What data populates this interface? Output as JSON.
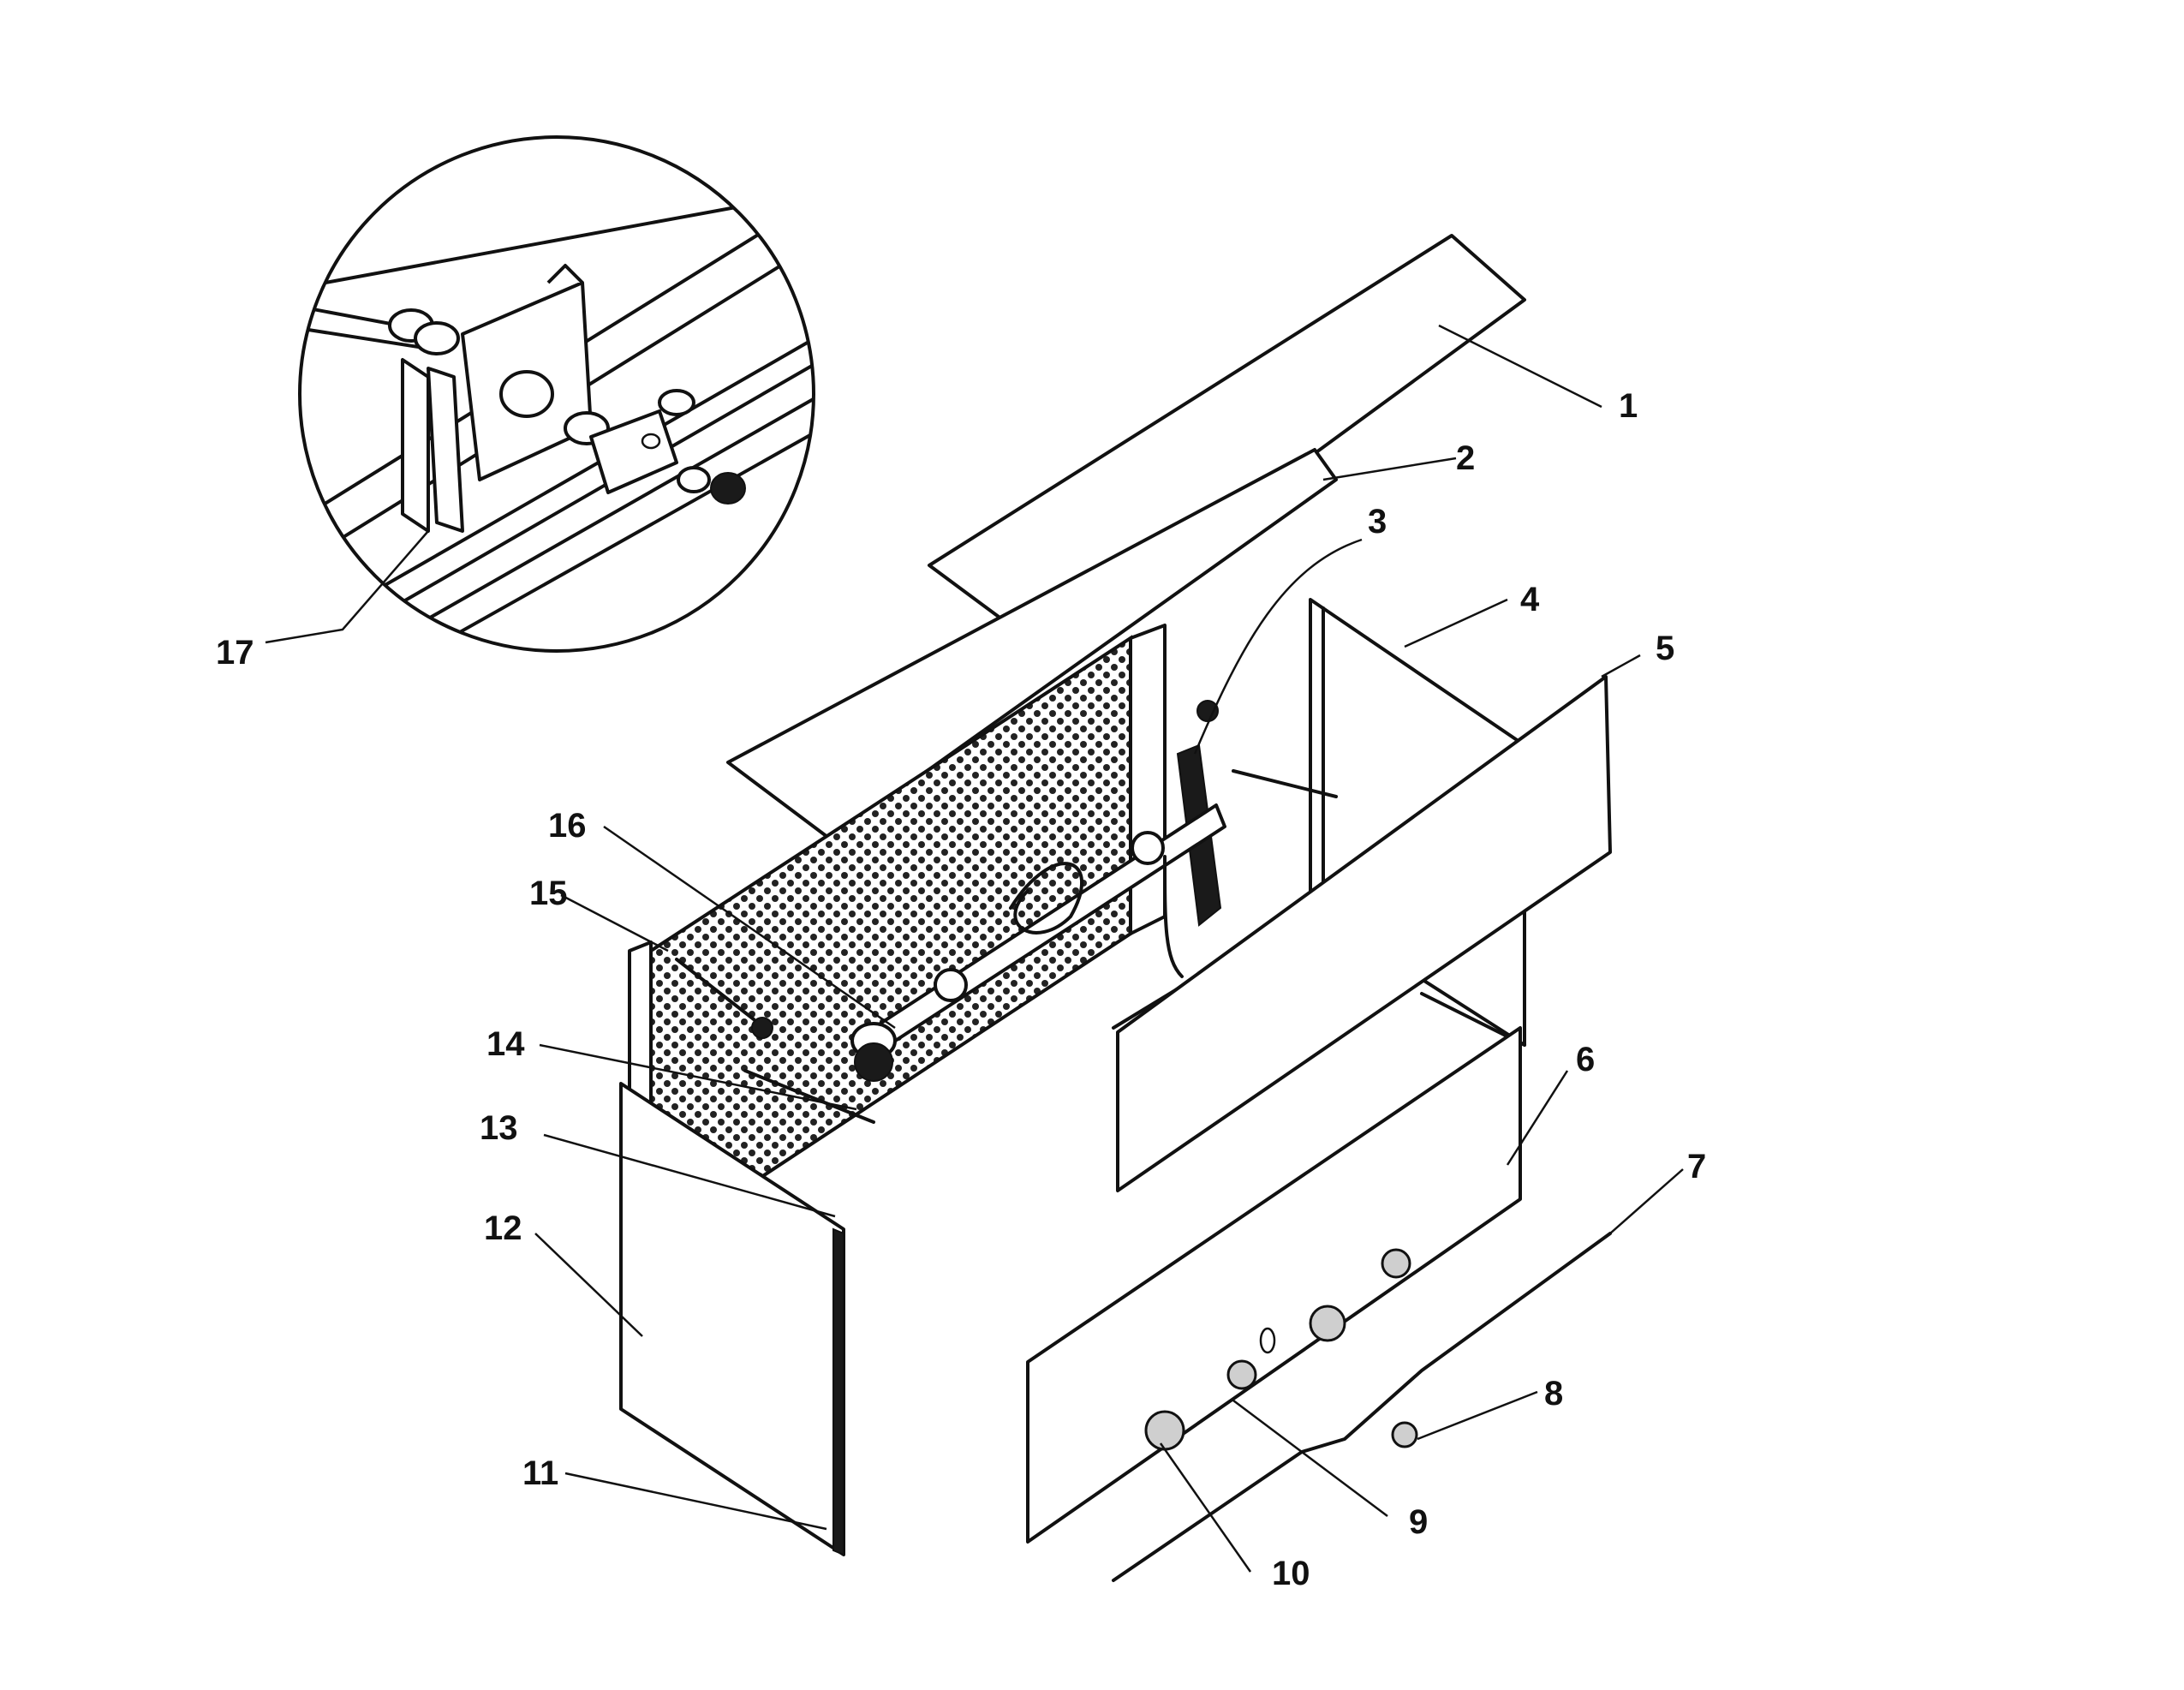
{
  "diagram": {
    "callouts": [
      {
        "id": "c1",
        "text": "1"
      },
      {
        "id": "c2",
        "text": "2"
      },
      {
        "id": "c3",
        "text": "3"
      },
      {
        "id": "c4",
        "text": "4"
      },
      {
        "id": "c5",
        "text": "5"
      },
      {
        "id": "c6",
        "text": "6"
      },
      {
        "id": "c7",
        "text": "7"
      },
      {
        "id": "c8",
        "text": "8"
      },
      {
        "id": "c9",
        "text": "9"
      },
      {
        "id": "c10",
        "text": "10"
      },
      {
        "id": "c11",
        "text": "11"
      },
      {
        "id": "c12",
        "text": "12"
      },
      {
        "id": "c13",
        "text": "13"
      },
      {
        "id": "c14",
        "text": "14"
      },
      {
        "id": "c15",
        "text": "15"
      },
      {
        "id": "c16",
        "text": "16"
      },
      {
        "id": "c17",
        "text": "17"
      }
    ],
    "line_color": "#111111",
    "background": "#ffffff"
  }
}
